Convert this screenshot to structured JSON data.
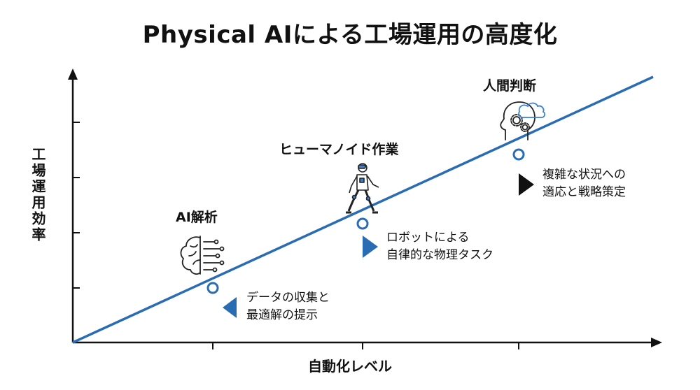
{
  "title": "Physical AIによる工場運用の高度化",
  "y_axis_label": "工場運用効率",
  "x_axis_label": "自動化レベル",
  "stages": [
    {
      "name": "AI解析",
      "icon": "ai-brain-icon",
      "desc_line1": "データの収集と",
      "desc_line2": "最適解の提示"
    },
    {
      "name": "ヒューマノイド作業",
      "icon": "humanoid-robot-icon",
      "desc_line1": "ロボットによる",
      "desc_line2": "自律的な物理タスク"
    },
    {
      "name": "人間判断",
      "icon": "human-head-gears-icon",
      "desc_line1": "複雑な状況への",
      "desc_line2": "適応と戦略策定"
    }
  ],
  "colors": {
    "line": "#2a6cb3",
    "marker_fill": "#ffffff",
    "triangle_blue": "#2a6cb3",
    "triangle_black": "#111111",
    "axis": "#111111"
  }
}
